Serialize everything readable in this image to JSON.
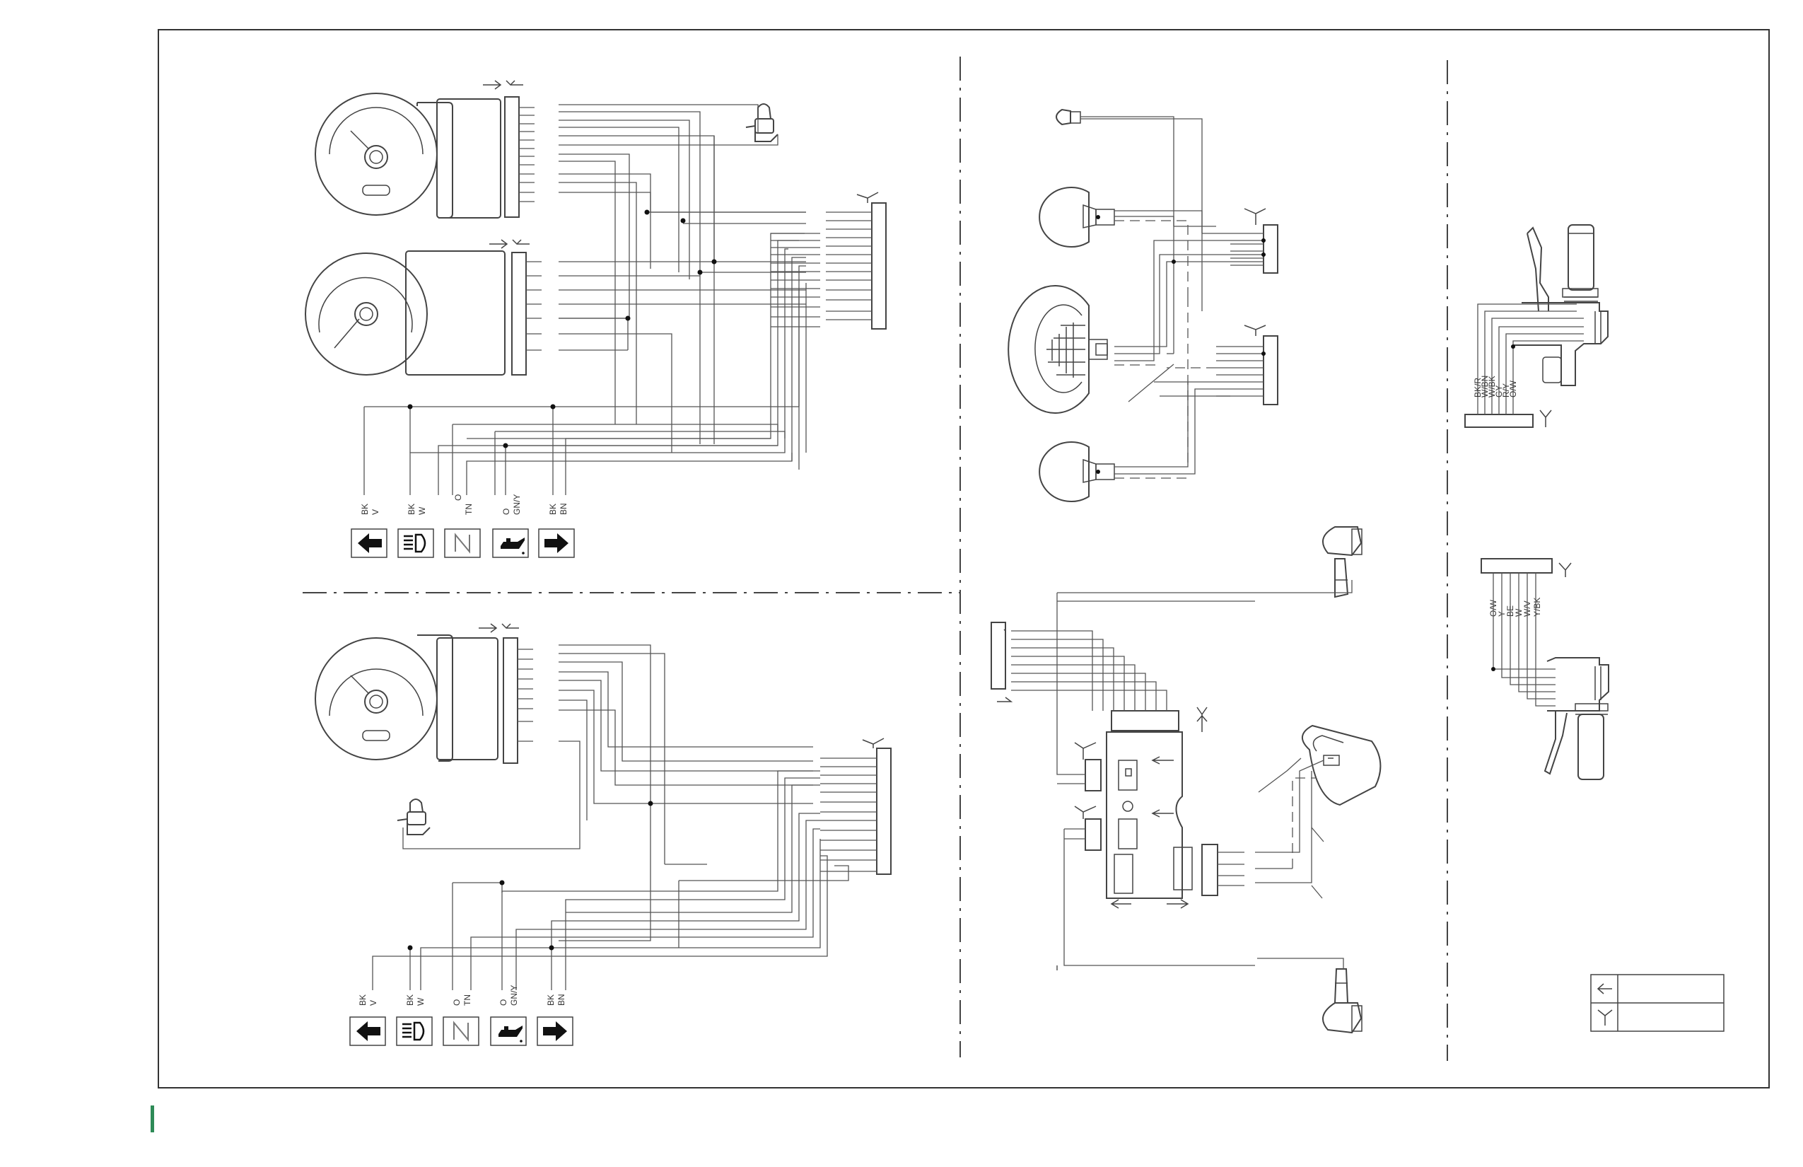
{
  "labels": {
    "bk1": "BK",
    "v": "V",
    "bk2": "BK",
    "w": "W",
    "o1": "O",
    "tn": "TN",
    "o2": "O",
    "gny": "GN/Y",
    "bk3": "BK",
    "bn": "BN"
  },
  "right_upper_wires": [
    "BK/R",
    "W/BN",
    "W/BK",
    "GY",
    "R/Y",
    "O/W"
  ],
  "right_lower_wires": [
    "O/W",
    "Y",
    "BE",
    "W",
    "W/V",
    "Y/BK"
  ],
  "colors": {
    "line": "#555555",
    "accent": "#2e8b57"
  }
}
